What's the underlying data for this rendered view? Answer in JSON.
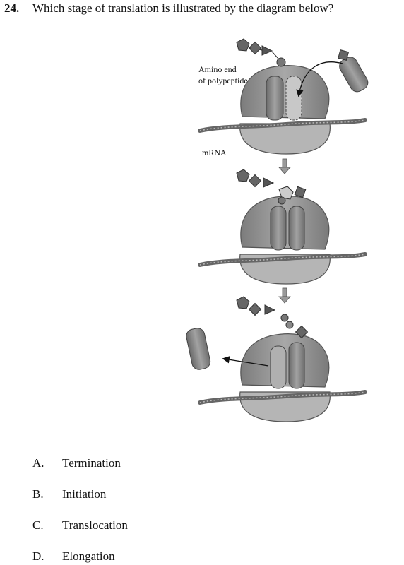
{
  "question": {
    "number": "24.",
    "text": "Which stage of translation is illustrated by the diagram below?"
  },
  "diagram": {
    "labels": {
      "amino_end_line1": "Amino end",
      "amino_end_line2": "of polypeptide",
      "mrna": "mRNA"
    },
    "panels": [
      "top",
      "middle",
      "bottom"
    ]
  },
  "choices": [
    {
      "letter": "A.",
      "text": "Termination"
    },
    {
      "letter": "B.",
      "text": "Initiation"
    },
    {
      "letter": "C.",
      "text": "Translocation"
    },
    {
      "letter": "D.",
      "text": "Elongation"
    }
  ],
  "colors": {
    "ribosome": "#9c9c9c",
    "ribosome_dark": "#6e6e6e",
    "trna": "#8a8a8a",
    "mrna": "#7a7a7a"
  }
}
